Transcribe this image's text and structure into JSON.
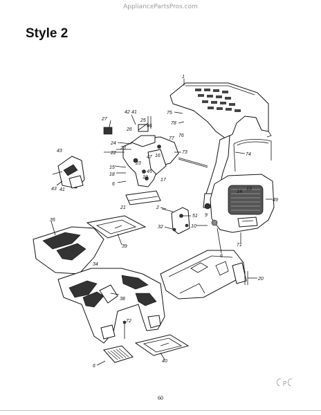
{
  "header": {
    "site": "AppliancePartsPros.com"
  },
  "title": "Style 2",
  "page_number": "60",
  "signature_text": "CPC",
  "callouts": [
    {
      "id": "c1",
      "text": "1"
    },
    {
      "id": "c75",
      "text": "75"
    },
    {
      "id": "c78",
      "text": "78"
    },
    {
      "id": "c27",
      "text": "27"
    },
    {
      "id": "c42",
      "text": "42"
    },
    {
      "id": "c41a",
      "text": "41"
    },
    {
      "id": "c26",
      "text": "26"
    },
    {
      "id": "c25",
      "text": "25"
    },
    {
      "id": "c46",
      "text": "46"
    },
    {
      "id": "c77",
      "text": "77"
    },
    {
      "id": "c76",
      "text": "76"
    },
    {
      "id": "c24",
      "text": "24"
    },
    {
      "id": "c23a",
      "text": "23"
    },
    {
      "id": "c22",
      "text": "22"
    },
    {
      "id": "c43a",
      "text": "43"
    },
    {
      "id": "c73",
      "text": "73"
    },
    {
      "id": "c74",
      "text": "74"
    },
    {
      "id": "c16",
      "text": "16"
    },
    {
      "id": "c47",
      "text": "47"
    },
    {
      "id": "c15",
      "text": "15"
    },
    {
      "id": "c23b",
      "text": "23"
    },
    {
      "id": "c18",
      "text": "18"
    },
    {
      "id": "c45",
      "text": "45"
    },
    {
      "id": "c19",
      "text": "19"
    },
    {
      "id": "c17",
      "text": "17"
    },
    {
      "id": "c6a",
      "text": "6"
    },
    {
      "id": "c43b",
      "text": "43"
    },
    {
      "id": "c41b",
      "text": "41"
    },
    {
      "id": "c14",
      "text": "14"
    },
    {
      "id": "c13",
      "text": "13"
    },
    {
      "id": "c49",
      "text": "49"
    },
    {
      "id": "c21",
      "text": "21"
    },
    {
      "id": "c2",
      "text": "2"
    },
    {
      "id": "c51",
      "text": "51"
    },
    {
      "id": "c9",
      "text": "9"
    },
    {
      "id": "c35",
      "text": "35"
    },
    {
      "id": "c32",
      "text": "32"
    },
    {
      "id": "c10",
      "text": "10"
    },
    {
      "id": "c71",
      "text": "71"
    },
    {
      "id": "c39",
      "text": "39"
    },
    {
      "id": "c6b",
      "text": "6"
    },
    {
      "id": "c34",
      "text": "34"
    },
    {
      "id": "c20",
      "text": "20"
    },
    {
      "id": "c38",
      "text": "38"
    },
    {
      "id": "c72",
      "text": "72"
    },
    {
      "id": "c6c",
      "text": "6"
    },
    {
      "id": "c40",
      "text": "40"
    }
  ]
}
